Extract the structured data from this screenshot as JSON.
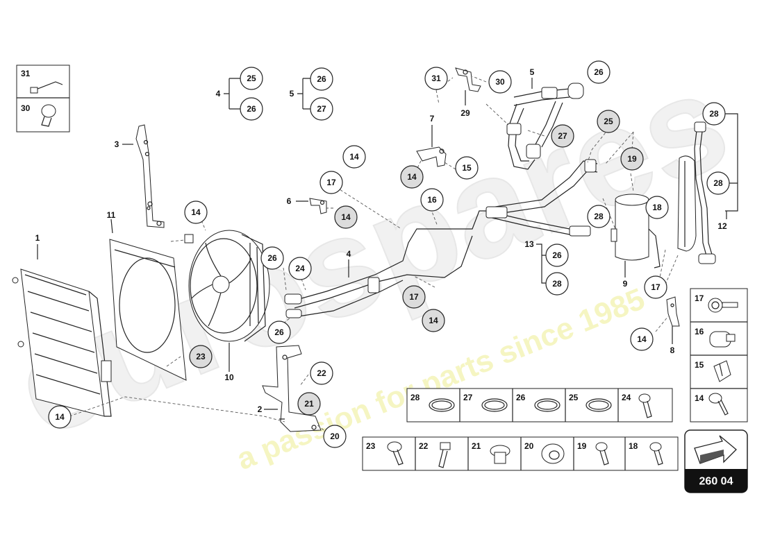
{
  "watermark": {
    "brand": "eurospares",
    "tagline": "a passion for parts since 1985",
    "brand_color": "#e6e6e6",
    "tagline_color": "#efef9a"
  },
  "diagram_code": "260 04",
  "callouts": {
    "c1": "1",
    "c2": "2",
    "c3": "3",
    "c4": "4",
    "c4b": "4",
    "c5": "5",
    "c5b": "5",
    "c6": "6",
    "c7": "7",
    "c8": "8",
    "c9": "9",
    "c10": "10",
    "c11": "11",
    "c12": "12",
    "c13": "13",
    "c29": "29"
  },
  "bubbles": {
    "b25a": "25",
    "b26a": "26",
    "b26b": "26",
    "b27a": "27",
    "b31": "31",
    "b30": "30",
    "b26c": "26",
    "b27b": "27",
    "b25b": "25",
    "b19": "19",
    "b14a": "14",
    "b17a": "17",
    "b14b": "14",
    "b15": "15",
    "b16": "16",
    "b14c": "14",
    "b14d": "14",
    "b26d": "26",
    "b24": "24",
    "b26e": "26",
    "b17b": "17",
    "b14e": "14",
    "b23": "23",
    "b22": "22",
    "b21": "21",
    "b20": "20",
    "b14f": "14",
    "b18": "18",
    "b28a": "28",
    "b26f": "26",
    "b28b": "28",
    "b28c": "28",
    "b28d": "28",
    "b17c": "17",
    "b14g": "14"
  },
  "legend_left": [
    {
      "num": "31",
      "icon": "cable-tie-icon"
    },
    {
      "num": "30",
      "icon": "bolt-head-icon"
    }
  ],
  "legend_right": [
    {
      "num": "17",
      "icon": "pipe-clamp-icon"
    },
    {
      "num": "16",
      "icon": "hose-clip-icon"
    },
    {
      "num": "15",
      "icon": "spring-clip-icon"
    },
    {
      "num": "14",
      "icon": "screw-icon"
    }
  ],
  "legend_orings": [
    {
      "num": "28",
      "icon": "o-ring-icon"
    },
    {
      "num": "27",
      "icon": "o-ring-icon"
    },
    {
      "num": "26",
      "icon": "o-ring-icon"
    },
    {
      "num": "25",
      "icon": "o-ring-icon"
    },
    {
      "num": "24",
      "icon": "bolt-icon"
    }
  ],
  "legend_fasteners": [
    {
      "num": "23",
      "icon": "flange-bolt-icon"
    },
    {
      "num": "22",
      "icon": "hex-bolt-icon"
    },
    {
      "num": "21",
      "icon": "grommet-icon"
    },
    {
      "num": "20",
      "icon": "cable-grommet-icon"
    },
    {
      "num": "19",
      "icon": "bolt-icon"
    },
    {
      "num": "18",
      "icon": "bolt-icon"
    }
  ]
}
